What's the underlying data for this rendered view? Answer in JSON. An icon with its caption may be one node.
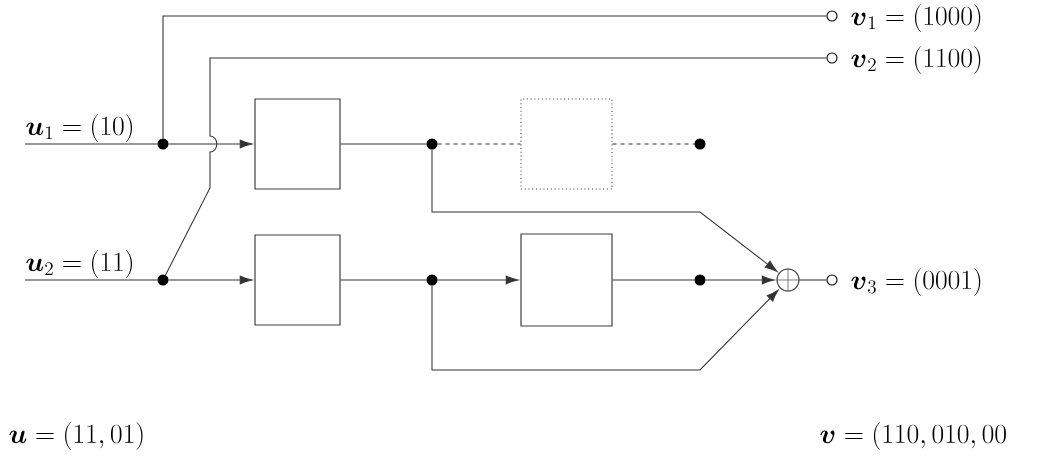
{
  "diagram": {
    "nodes": [
      {
        "text": [],
        "shape": "circle"
      },
      {
        "text": [],
        "shape": "circle"
      },
      {
        "text": [],
        "shape": "box"
      },
      {
        "text": [],
        "shape": "box"
      },
      {
        "text": [],
        "shape": "circle"
      },
      {
        "text": [],
        "shape": "box"
      },
      {
        "text": [],
        "shape": "circle"
      },
      {
        "text": [],
        "shape": "circle"
      },
      {
        "text": [],
        "shape": "box"
      },
      {
        "text": [],
        "shape": "circle"
      },
      {
        "text": [],
        "shape": "circle"
      },
      {
        "text": [],
        "shape": "circle",
        "beside": [
          "\\boldsymbol{v}_1 = (1000)"
        ]
      },
      {
        "text": [],
        "shape": "circle",
        "beside": [
          "\\boldsymbol{v}_2 = (1100)"
        ]
      },
      {
        "text": [],
        "shape": "circle",
        "beside": [
          "\\boldsymbol{v}_3 = (0001)"
        ]
      },
      {
        "text": [
          "\\boldsymbol{u}_1 = (10)"
        ]
      },
      {
        "text": [
          "\\boldsymbol{u}_2 = (11)"
        ]
      }
    ],
    "edges": [
      {
        "from": 14,
        "to": 0,
        "arrow": "none"
      },
      {
        "from": 15,
        "to": 1,
        "arrow": "none"
      },
      {
        "from": 0,
        "to": 2,
        "arrow": "to"
      },
      {
        "from": 1,
        "to": 3,
        "arrow": "to"
      },
      {
        "from": 2,
        "to": 4,
        "arrow": "none"
      },
      {
        "from": 4,
        "to": 5,
        "arrow": "none",
        "style": "dashed"
      },
      {
        "from": 5,
        "to": 6,
        "arrow": "none",
        "style": "dashed"
      },
      {
        "from": 3,
        "to": 7,
        "arrow": "none"
      },
      {
        "from": 7,
        "to": 8,
        "arrow": "to"
      },
      {
        "from": 8,
        "to": 9,
        "arrow": "none"
      },
      {
        "from": 9,
        "to": 10,
        "arrow": "to"
      },
      {
        "from": 4,
        "to": 10,
        "arrow": "to"
      },
      {
        "from": 7,
        "to": 10,
        "arrow": "to"
      },
      {
        "from": 10,
        "to": 13,
        "arrow": "none"
      },
      {
        "from": 0,
        "to": 11,
        "arrow": "none"
      },
      {
        "from": 1,
        "to": 12,
        "arrow": "none"
      }
    ],
    "labels": [
      "\\boldsymbol{u} = (11,01)",
      "\\boldsymbol{v} = (110,010,00"
    ]
  }
}
